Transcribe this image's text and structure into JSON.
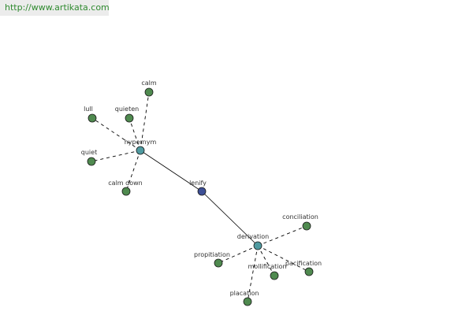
{
  "banner": {
    "url": "http://www.artikata.com"
  },
  "graph": {
    "root": {
      "label": "lenify"
    },
    "hubs": [
      {
        "id": "hypernym",
        "label": "hypernym"
      },
      {
        "id": "derivation",
        "label": "derivation"
      }
    ],
    "leaves": [
      {
        "hub": "hypernym",
        "label": "calm"
      },
      {
        "hub": "hypernym",
        "label": "quieten"
      },
      {
        "hub": "hypernym",
        "label": "lull"
      },
      {
        "hub": "hypernym",
        "label": "quiet"
      },
      {
        "hub": "hypernym",
        "label": "calm down"
      },
      {
        "hub": "derivation",
        "label": "conciliation"
      },
      {
        "hub": "derivation",
        "label": "propitiation"
      },
      {
        "hub": "derivation",
        "label": "mollification"
      },
      {
        "hub": "derivation",
        "label": "pacification"
      },
      {
        "hub": "derivation",
        "label": "placation"
      }
    ]
  },
  "colors": {
    "leaf": "#4f8a4f",
    "hub": "#4f9aa0",
    "root": "#3d4f96",
    "banner_text": "#2f8a2f",
    "banner_bg": "#ececec"
  }
}
